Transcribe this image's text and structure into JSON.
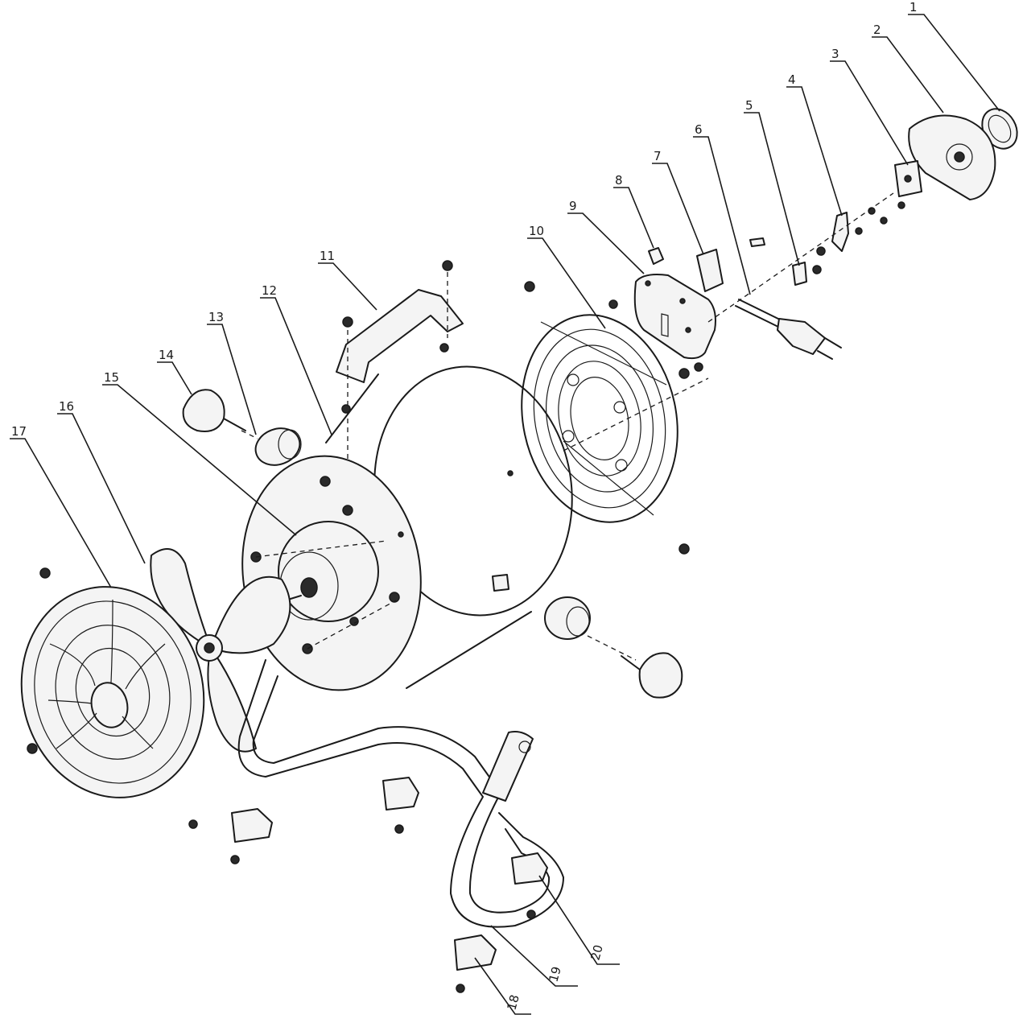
{
  "callouts": [
    "1",
    "2",
    "3",
    "4",
    "5",
    "6",
    "7",
    "8",
    "9",
    "10",
    "11",
    "12",
    "13",
    "14",
    "15",
    "16",
    "17",
    "18",
    "19",
    "20"
  ],
  "colors": {
    "ink": "#1a1a1a",
    "background": "#ffffff"
  }
}
